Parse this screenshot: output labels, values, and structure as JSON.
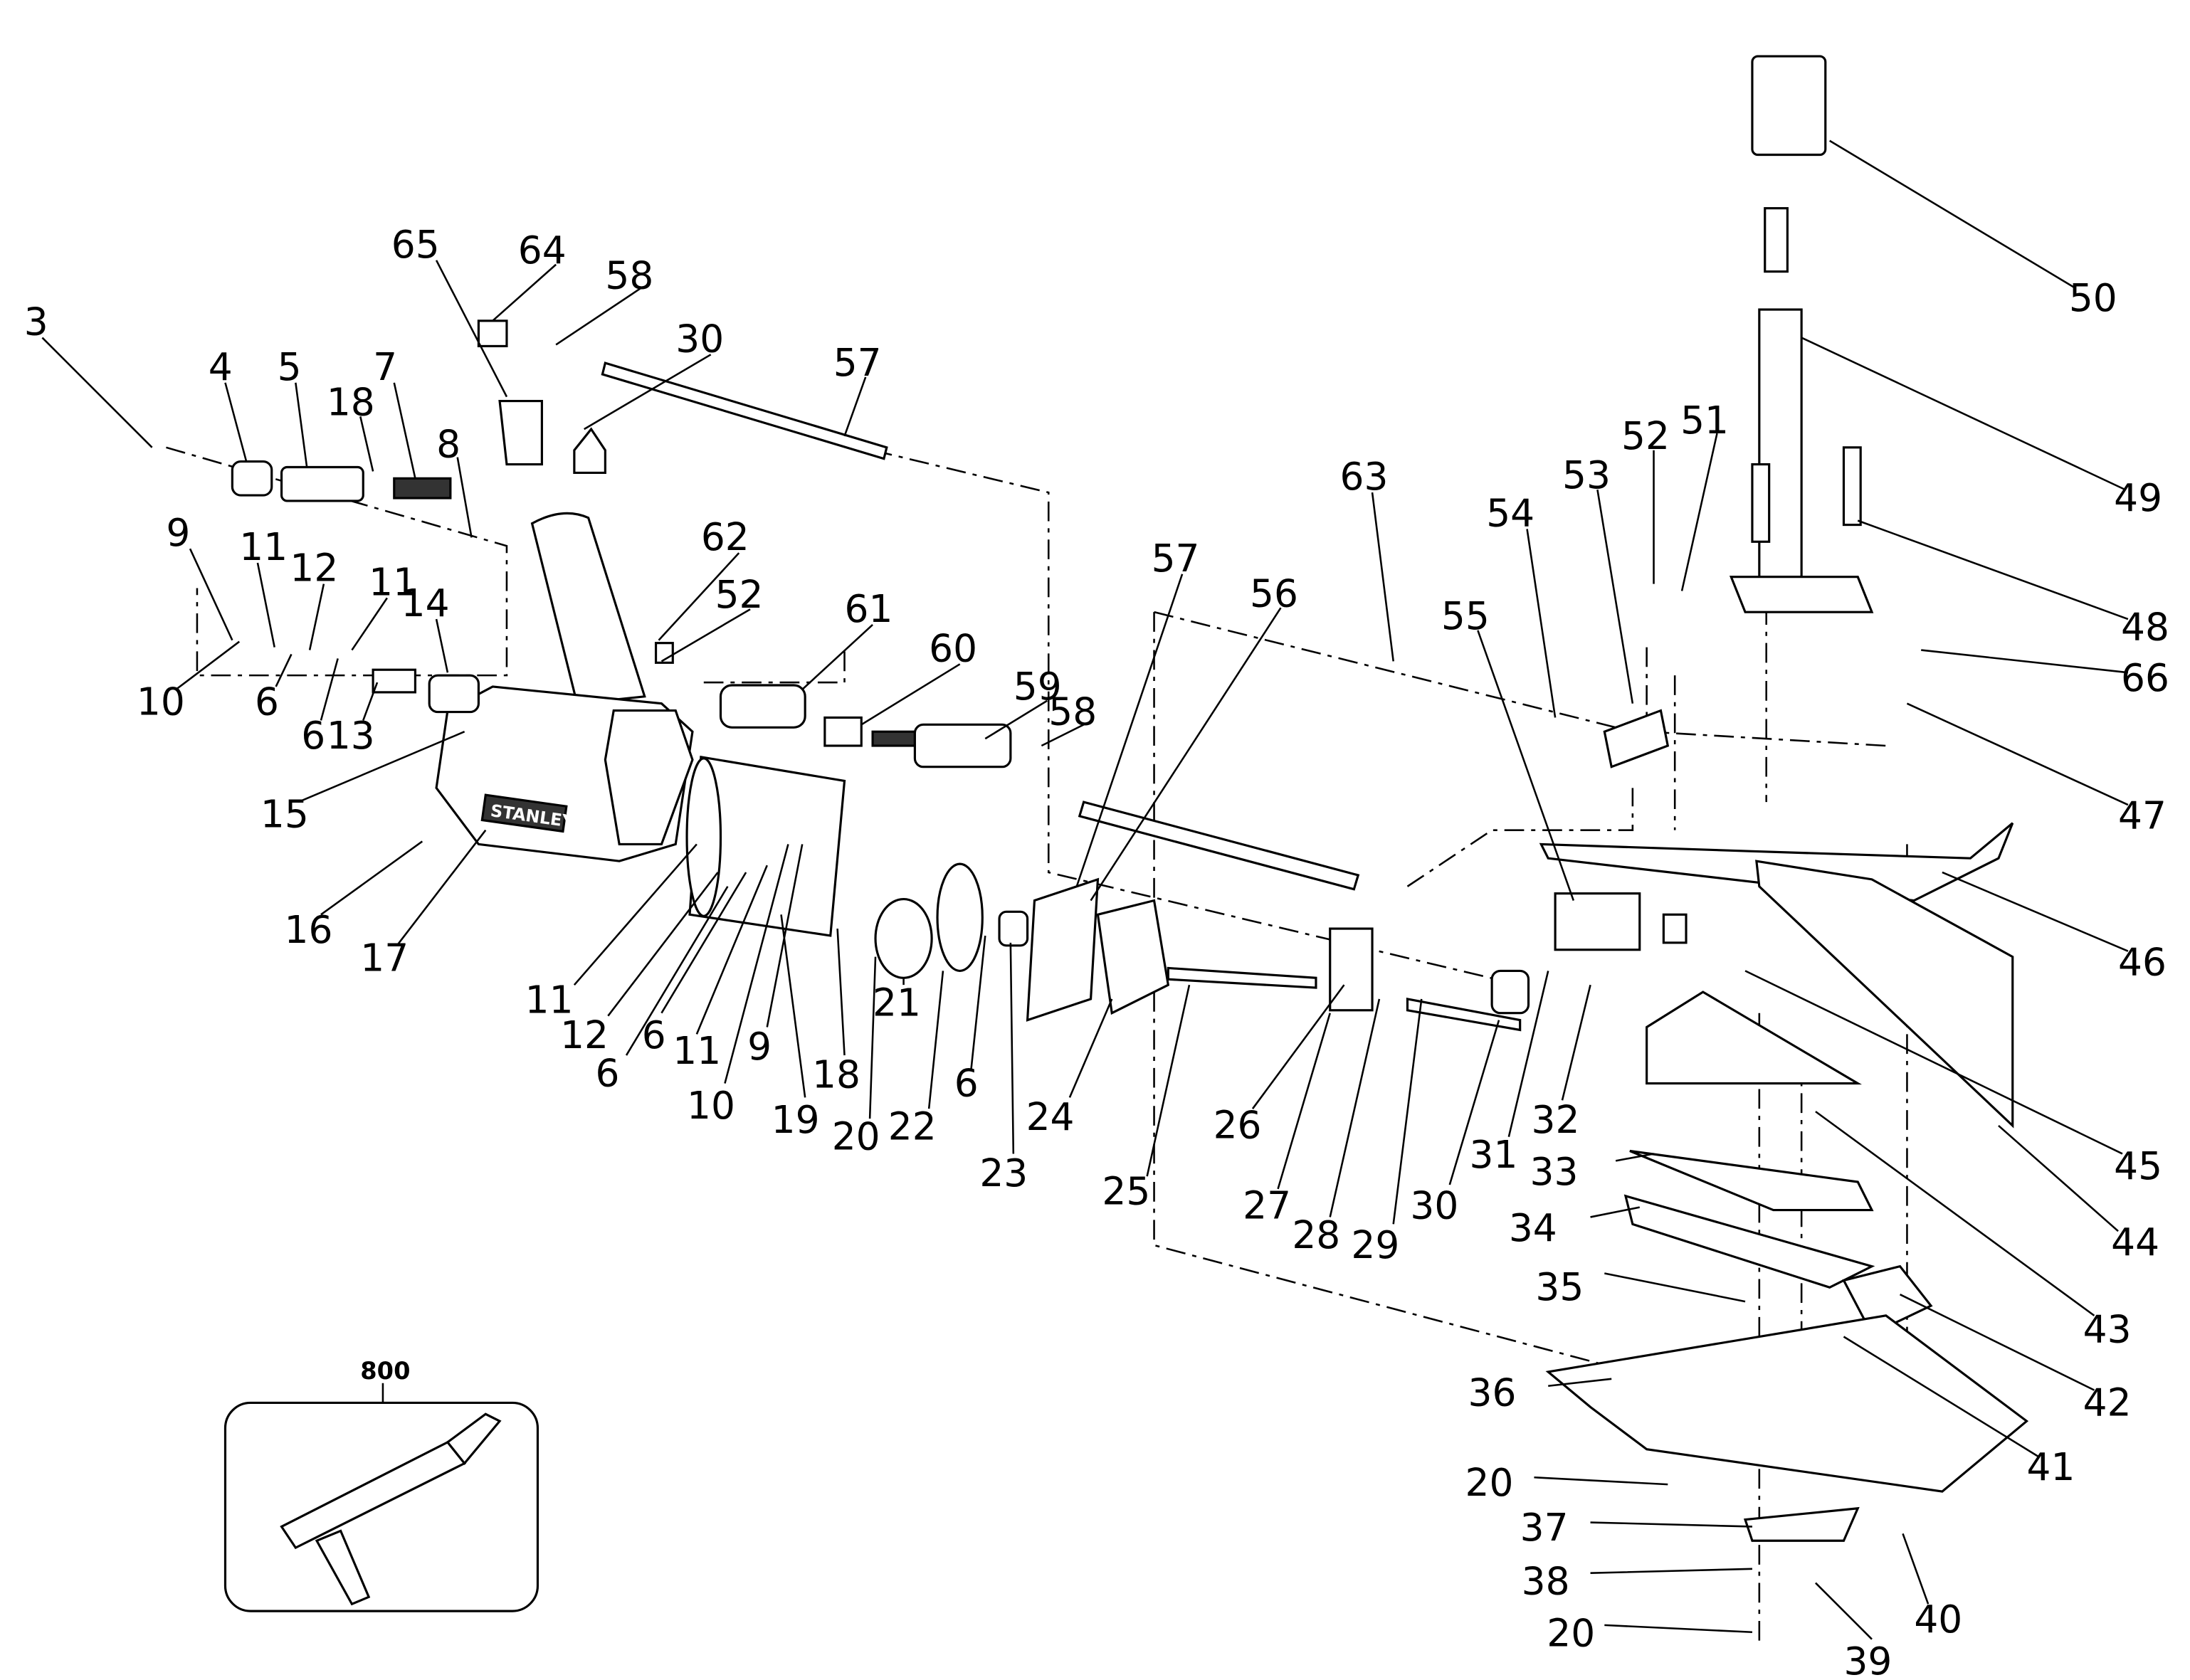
{
  "labels": [
    "3",
    "4",
    "5",
    "18",
    "7",
    "65",
    "64",
    "58",
    "30",
    "57",
    "8",
    "9",
    "11",
    "12",
    "11",
    "14",
    "10",
    "6",
    "6",
    "13",
    "15",
    "16",
    "17",
    "62",
    "52",
    "61",
    "60",
    "59",
    "58",
    "57",
    "56",
    "63",
    "54",
    "53",
    "52",
    "51",
    "55",
    "11",
    "12",
    "6",
    "6",
    "11",
    "10",
    "9",
    "18",
    "19",
    "21",
    "20",
    "22",
    "23",
    "6",
    "24",
    "25",
    "26",
    "27",
    "28",
    "29",
    "30",
    "31",
    "32",
    "50",
    "49",
    "48",
    "66",
    "47",
    "46",
    "45",
    "44",
    "43",
    "42",
    "41",
    "33",
    "34",
    "35",
    "36",
    "20",
    "37",
    "38",
    "20",
    "39",
    "40"
  ],
  "inset": {
    "label": "800"
  },
  "nameplate": {
    "brand": "STANLEY"
  }
}
